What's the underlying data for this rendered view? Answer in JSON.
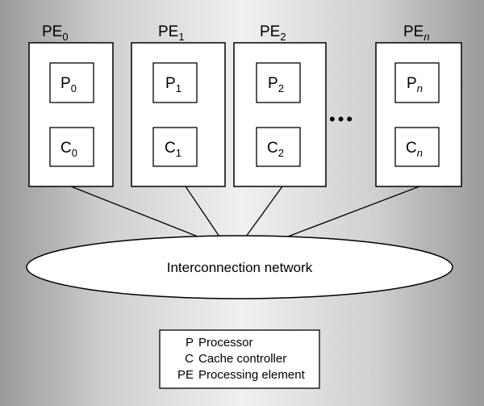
{
  "processing_elements": [
    {
      "name": "PE",
      "index": "0",
      "processor": {
        "name": "P",
        "index": "0"
      },
      "cache": {
        "name": "C",
        "index": "0"
      },
      "italic_index": false
    },
    {
      "name": "PE",
      "index": "1",
      "processor": {
        "name": "P",
        "index": "1"
      },
      "cache": {
        "name": "C",
        "index": "1"
      },
      "italic_index": false
    },
    {
      "name": "PE",
      "index": "2",
      "processor": {
        "name": "P",
        "index": "2"
      },
      "cache": {
        "name": "C",
        "index": "2"
      },
      "italic_index": false
    },
    {
      "name": "PE",
      "index": "n",
      "processor": {
        "name": "P",
        "index": "n"
      },
      "cache": {
        "name": "C",
        "index": "n"
      },
      "italic_index": true
    }
  ],
  "ellipsis": "•••",
  "network": {
    "label": "Interconnection network"
  },
  "legend": [
    {
      "abbr": "P",
      "meaning": "Processor"
    },
    {
      "abbr": "C",
      "meaning": "Cache controller"
    },
    {
      "abbr": "PE",
      "meaning": "Processing element"
    }
  ],
  "colors": {
    "stroke": "#000000",
    "fill": "#ffffff"
  }
}
